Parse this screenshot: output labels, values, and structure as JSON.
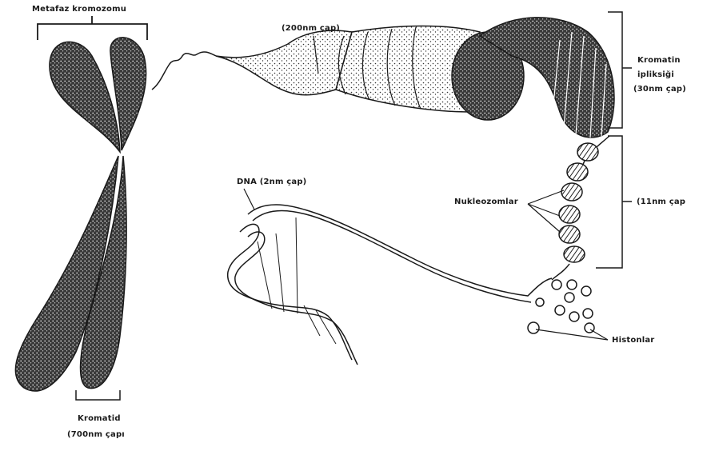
{
  "labels": {
    "metaphase_chromosome": "Metafaz kromozomu",
    "chromatid_line1": "Kromatid",
    "chromatid_line2": "(700nm çapı",
    "fiber_200": "(200nm çap)",
    "chromatin_line1": "Kromatin",
    "chromatin_line2": "ipliksiği",
    "chromatin_line3": "(30nm çap)",
    "nucleosomes": "Nukleozomlar",
    "fiber_11": "(11nm çap",
    "dna": "DNA (2nm çap)",
    "histones": "Histonlar"
  },
  "colors": {
    "ink": "#1a1a1a",
    "paper": "#ffffff",
    "shade": "#2b2b2b"
  }
}
